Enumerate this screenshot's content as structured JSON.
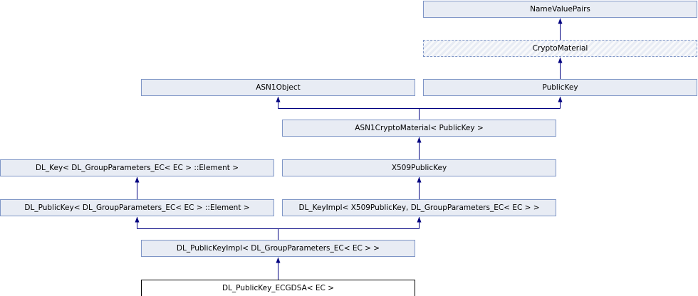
{
  "diagram": {
    "nodes": {
      "name_value_pairs": "NameValuePairs",
      "crypto_material": "CryptoMaterial",
      "asn1_object": "ASN1Object",
      "public_key": "PublicKey",
      "asn1_crypto_material": "ASN1CryptoMaterial< PublicKey >",
      "dl_key": "DL_Key< DL_GroupParameters_EC< EC > ::Element >",
      "x509_public_key": "X509PublicKey",
      "dl_public_key": "DL_PublicKey< DL_GroupParameters_EC< EC > ::Element >",
      "dl_key_impl": "DL_KeyImpl< X509PublicKey, DL_GroupParameters_EC< EC > >",
      "dl_public_key_impl": "DL_PublicKeyImpl< DL_GroupParameters_EC< EC > >",
      "dl_public_key_ecgdsa": "DL_PublicKey_ECGDSA< EC >"
    },
    "colors": {
      "edge": "#000080",
      "node_fill": "#e8ecf4",
      "node_border": "#7e95c6"
    }
  }
}
